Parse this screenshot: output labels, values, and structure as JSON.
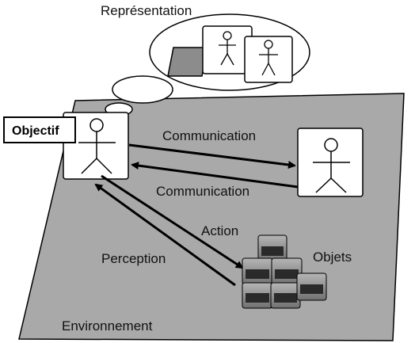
{
  "labels": {
    "representation": "Représentation",
    "objectif": "Objectif",
    "communication_out": "Communication",
    "communication_in": "Communication",
    "action": "Action",
    "perception": "Perception",
    "objets": "Objets",
    "environnement": "Environnement"
  },
  "colors": {
    "environment_fill": "#a9a9a9",
    "card_fill": "#ffffff",
    "stroke": "#000000",
    "object_fill": "#8a8a8a",
    "object_screen": "#2a2a2a",
    "slate_fill": "#8c8c8c"
  },
  "icons": {
    "agent": "stick-figure-icon",
    "object": "crate-icon"
  }
}
